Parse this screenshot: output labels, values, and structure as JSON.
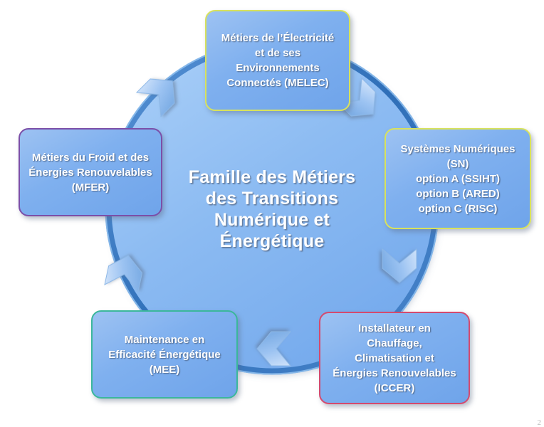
{
  "diagram": {
    "type": "cycle",
    "title_lines": [
      "Famille des Métiers",
      "des Transitions",
      "Numérique et",
      "Énergétique"
    ],
    "center_title": "Famille des Métiers des Transitions Numérique et Énergétique",
    "ring_color": "#3b7ac4",
    "ring_fill": "#86b6f0",
    "arrow_color": "#9dc4f0",
    "arrow_direction": "clockwise",
    "arrow_count": 5,
    "nodes": [
      {
        "id": "melec",
        "position": "top",
        "text": "Métiers de l’Électricité\net de ses\nEnvironnements\nConnectés (MELEC)",
        "abbreviation": "MELEC",
        "border_color": "#d8e25c"
      },
      {
        "id": "sn",
        "position": "right",
        "text": "Systèmes Numériques\n(SN)\noption A (SSIHT)\noption B (ARED)\noption C (RISC)",
        "abbreviation": "SN",
        "border_color": "#d8e25c"
      },
      {
        "id": "iccer",
        "position": "bottom-right",
        "text": "Installateur en\nChauffage,\nClimatisation et\nÉnergies Renouvelables\n(ICCER)",
        "abbreviation": "ICCER",
        "border_color": "#d44a6e"
      },
      {
        "id": "mee",
        "position": "bottom-left",
        "text": "Maintenance en\nEfficacité Énergétique\n(MEE)",
        "abbreviation": "MEE",
        "border_color": "#3bb79b"
      },
      {
        "id": "mfer",
        "position": "left",
        "text": "Métiers du Froid et  des\nÉnergies Renouvelables\n(MFER)",
        "abbreviation": "MFER",
        "border_color": "#7b4fa8"
      }
    ],
    "corner_mark": "2"
  }
}
